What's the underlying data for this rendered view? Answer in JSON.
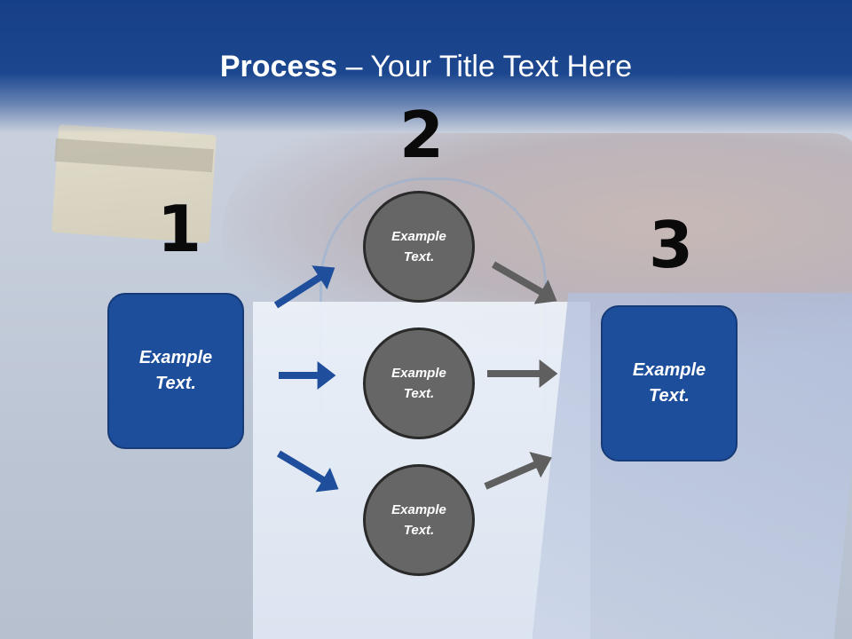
{
  "title": {
    "bold": "Process",
    "rest": " – Your Title Text Here"
  },
  "steps": {
    "one": "1",
    "two": "2",
    "three": "3"
  },
  "left_box": {
    "text": "Example Text."
  },
  "right_box": {
    "text": "Example Text."
  },
  "circles": [
    {
      "text": "Example Text."
    },
    {
      "text": "Example Text."
    },
    {
      "text": "Example Text."
    }
  ],
  "colors": {
    "header": "#1c478f",
    "box": "#1c4e9c",
    "circle": "#666666",
    "blue_arrow": "#1f4f9c",
    "gray_arrow": "#5f5f5f"
  }
}
